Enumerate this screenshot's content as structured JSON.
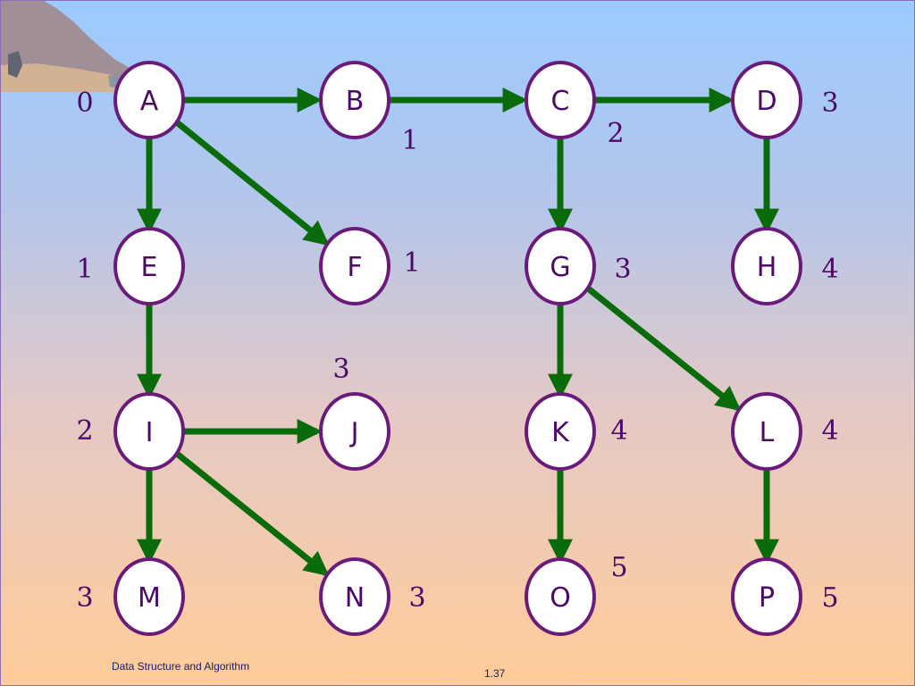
{
  "colors": {
    "node_stroke": "#6a1b7a",
    "node_fill": "#ffffff",
    "edge": "#0a6b0a",
    "text": "#4a0a66"
  },
  "nodes": [
    {
      "id": "A",
      "label": "A",
      "level": "0"
    },
    {
      "id": "B",
      "label": "B",
      "level": "1"
    },
    {
      "id": "C",
      "label": "C",
      "level": "2"
    },
    {
      "id": "D",
      "label": "D",
      "level": "3"
    },
    {
      "id": "E",
      "label": "E",
      "level": "1"
    },
    {
      "id": "F",
      "label": "F",
      "level": "1"
    },
    {
      "id": "G",
      "label": "G",
      "level": "3"
    },
    {
      "id": "H",
      "label": "H",
      "level": "4"
    },
    {
      "id": "I",
      "label": "I",
      "level": "2"
    },
    {
      "id": "J",
      "label": "J",
      "level": "3"
    },
    {
      "id": "K",
      "label": "K",
      "level": "4"
    },
    {
      "id": "L",
      "label": "L",
      "level": "4"
    },
    {
      "id": "M",
      "label": "M",
      "level": "3"
    },
    {
      "id": "N",
      "label": "N",
      "level": "3"
    },
    {
      "id": "O",
      "label": "O",
      "level": "5"
    },
    {
      "id": "P",
      "label": "P",
      "level": "5"
    }
  ],
  "edges": [
    [
      "A",
      "B"
    ],
    [
      "B",
      "C"
    ],
    [
      "C",
      "D"
    ],
    [
      "A",
      "E"
    ],
    [
      "A",
      "F"
    ],
    [
      "C",
      "G"
    ],
    [
      "D",
      "H"
    ],
    [
      "E",
      "I"
    ],
    [
      "G",
      "K"
    ],
    [
      "G",
      "L"
    ],
    [
      "I",
      "J"
    ],
    [
      "I",
      "M"
    ],
    [
      "I",
      "N"
    ],
    [
      "K",
      "O"
    ],
    [
      "L",
      "P"
    ]
  ],
  "footer": {
    "course": "Data Structure and Algorithm",
    "page": "1.37"
  }
}
